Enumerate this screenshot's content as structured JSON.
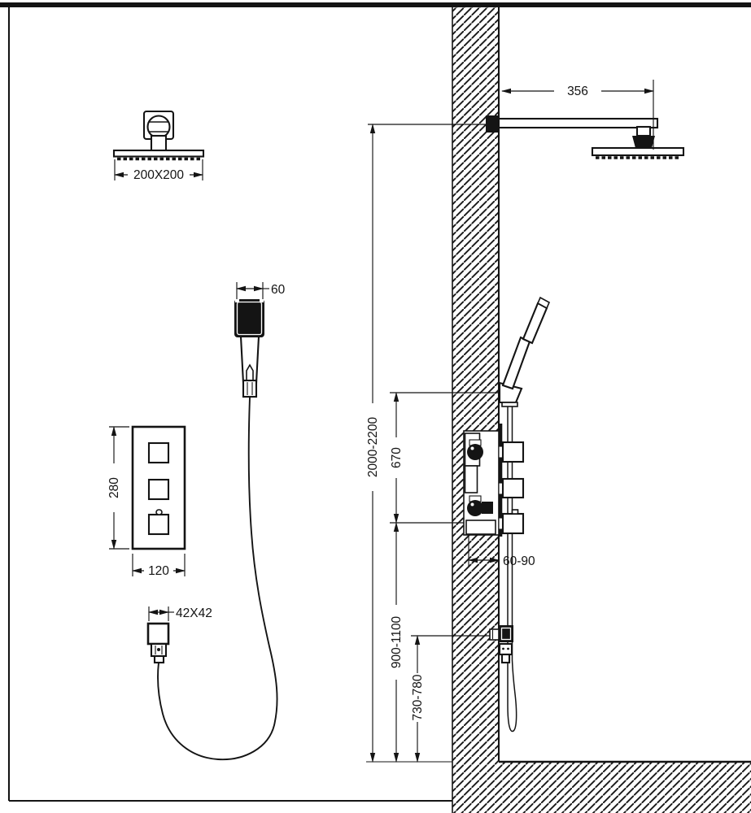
{
  "drawing": {
    "kind": "shower-system-installation-diagram",
    "colors": {
      "ink": "#141414",
      "background": "#ffffff"
    },
    "labels": {
      "head_plate_size": "200X200",
      "handshower_width": "60",
      "mixer_panel_height": "280",
      "mixer_panel_width": "120",
      "outlet_escutcheon_size": "42X42",
      "shower_arm_length": "356",
      "showerhead_mount_height": "2000-2200",
      "holder_to_mixer_distance": "670",
      "mixer_embed_depth": "60-90",
      "mixer_mount_height": "900-1100",
      "outlet_mount_height": "730-780"
    }
  }
}
